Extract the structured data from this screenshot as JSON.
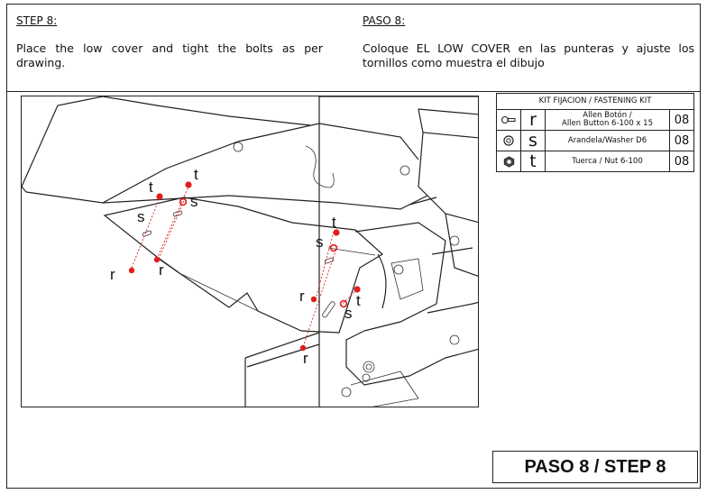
{
  "english": {
    "heading": "STEP 8:",
    "text": "Place the low cover and tight the bolts as per drawing."
  },
  "spanish": {
    "heading": "PASO 8:",
    "text": "Coloque EL LOW COVER en las punteras y ajuste los tornillos como muestra el dibujo"
  },
  "kit": {
    "title": "KIT FIJACION / FASTENING KIT",
    "rows": [
      {
        "icon": "bolt-icon",
        "letter": "r",
        "desc_line1": "Allen Botón /",
        "desc_line2": "Allen Button 6-100  x  15",
        "qty": "08"
      },
      {
        "icon": "washer-icon",
        "letter": "s",
        "desc_line1": "Arandela/Washer D6",
        "desc_line2": "",
        "qty": "08"
      },
      {
        "icon": "nut-icon",
        "letter": "t",
        "desc_line1": "Tuerca / Nut 6-100",
        "desc_line2": "",
        "qty": "08"
      }
    ]
  },
  "drawing": {
    "labels": {
      "bolt": "r",
      "washer": "s",
      "nut": "t"
    },
    "accent_color": "#e11d1d"
  },
  "footer": {
    "step_label": "PASO 8 / STEP 8"
  }
}
